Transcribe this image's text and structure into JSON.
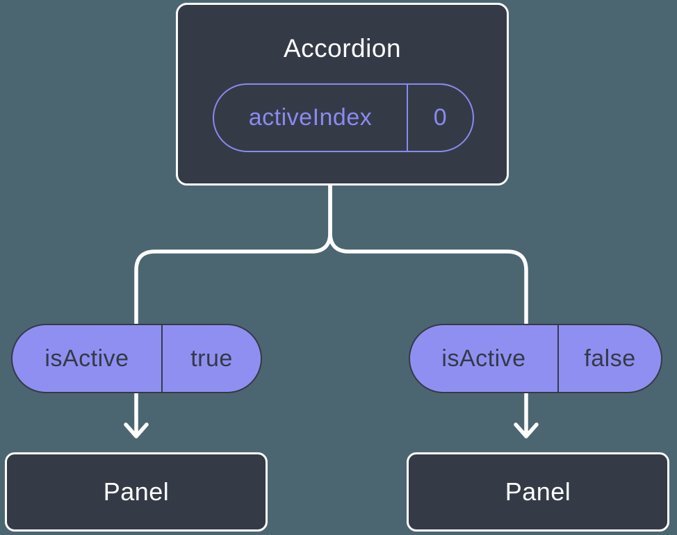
{
  "diagram": {
    "description": "Component tree diagram showing state lifted to a parent Accordion component passed as props to two Panel children",
    "colors": {
      "background": "#4C6671",
      "node_fill": "#343B47",
      "node_border": "#FFFFFF",
      "accent_purple": "#8B8AF0",
      "prop_pill_fill": "#8F8FF2",
      "prop_pill_text": "#333A45",
      "connector": "#FFFFFF"
    }
  },
  "tree": {
    "root": {
      "title": "Accordion",
      "prop": {
        "label": "activeIndex",
        "value": "0"
      }
    },
    "children": [
      {
        "prop": {
          "label": "isActive",
          "value": "true"
        },
        "title": "Panel"
      },
      {
        "prop": {
          "label": "isActive",
          "value": "false"
        },
        "title": "Panel"
      }
    ]
  }
}
